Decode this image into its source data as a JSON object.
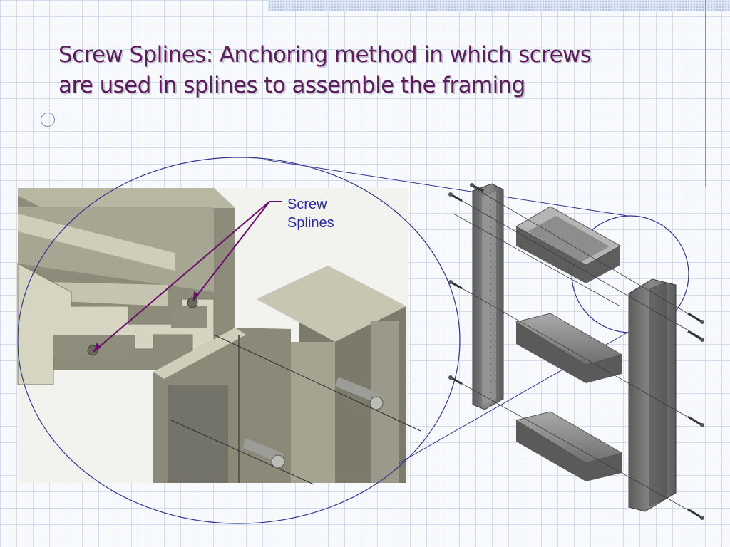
{
  "slide": {
    "title_line1": "Screw Splines: Anchoring method in which screws",
    "title_line2": "are used in splines to assemble the framing"
  },
  "callout": {
    "line1": "Screw",
    "line2": "Splines"
  },
  "colors": {
    "title": "#5c1d5c",
    "callout_text": "#2a2aa6",
    "callout_arrow": "#6b0d6b",
    "zoom_outline": "#33338f",
    "profile_face": "#c9c8b3",
    "profile_dark": "#8c8c7a",
    "steel_dark": "#6e6e6e"
  }
}
